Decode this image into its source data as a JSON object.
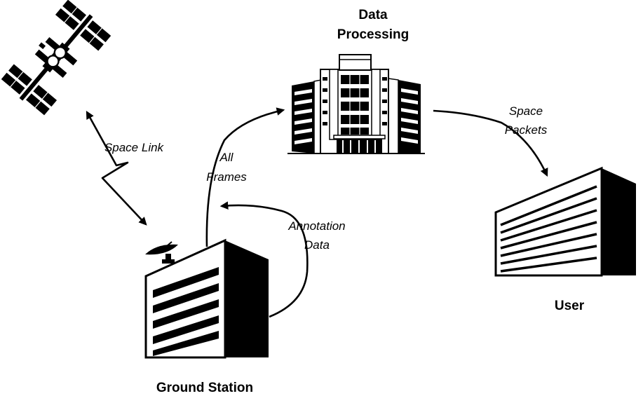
{
  "nodes": {
    "data_processing": {
      "label_line1": "Data",
      "label_line2": "Processing",
      "icon": "office-building-icon"
    },
    "user": {
      "label": "User",
      "icon": "building-icon"
    },
    "ground_station": {
      "label": "Ground Station",
      "icon": "ground-station-building-icon"
    },
    "satellite": {
      "icon": "satellite-icon"
    }
  },
  "links": {
    "space_link": {
      "label": "Space Link"
    },
    "all_frames": {
      "label_line1": "All",
      "label_line2": "Frames"
    },
    "annotation_data": {
      "label_line1": "Annotation",
      "label_line2": "Data"
    },
    "space_packets": {
      "label_line1": "Space",
      "label_line2": "Packets"
    }
  },
  "colors": {
    "ink": "#000000",
    "background": "#ffffff"
  }
}
